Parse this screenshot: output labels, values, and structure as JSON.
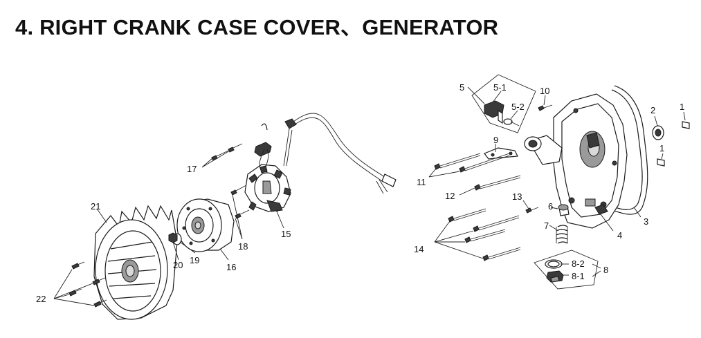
{
  "title": "4. RIGHT CRANK CASE COVER、GENERATOR",
  "labels": {
    "l1a": "1",
    "l1b": "1",
    "l2": "2",
    "l3": "3",
    "l4": "4",
    "l5": "5",
    "l5_1": "5-1",
    "l5_2": "5-2",
    "l6": "6",
    "l7": "7",
    "l8": "8",
    "l8_1": "8-1",
    "l8_2": "8-2",
    "l9": "9",
    "l10": "10",
    "l11": "11",
    "l12": "12",
    "l13": "13",
    "l14": "14",
    "l15": "15",
    "l16": "16",
    "l17": "17",
    "l18": "18",
    "l19": "19",
    "l20": "20",
    "l21": "21",
    "l22": "22"
  }
}
